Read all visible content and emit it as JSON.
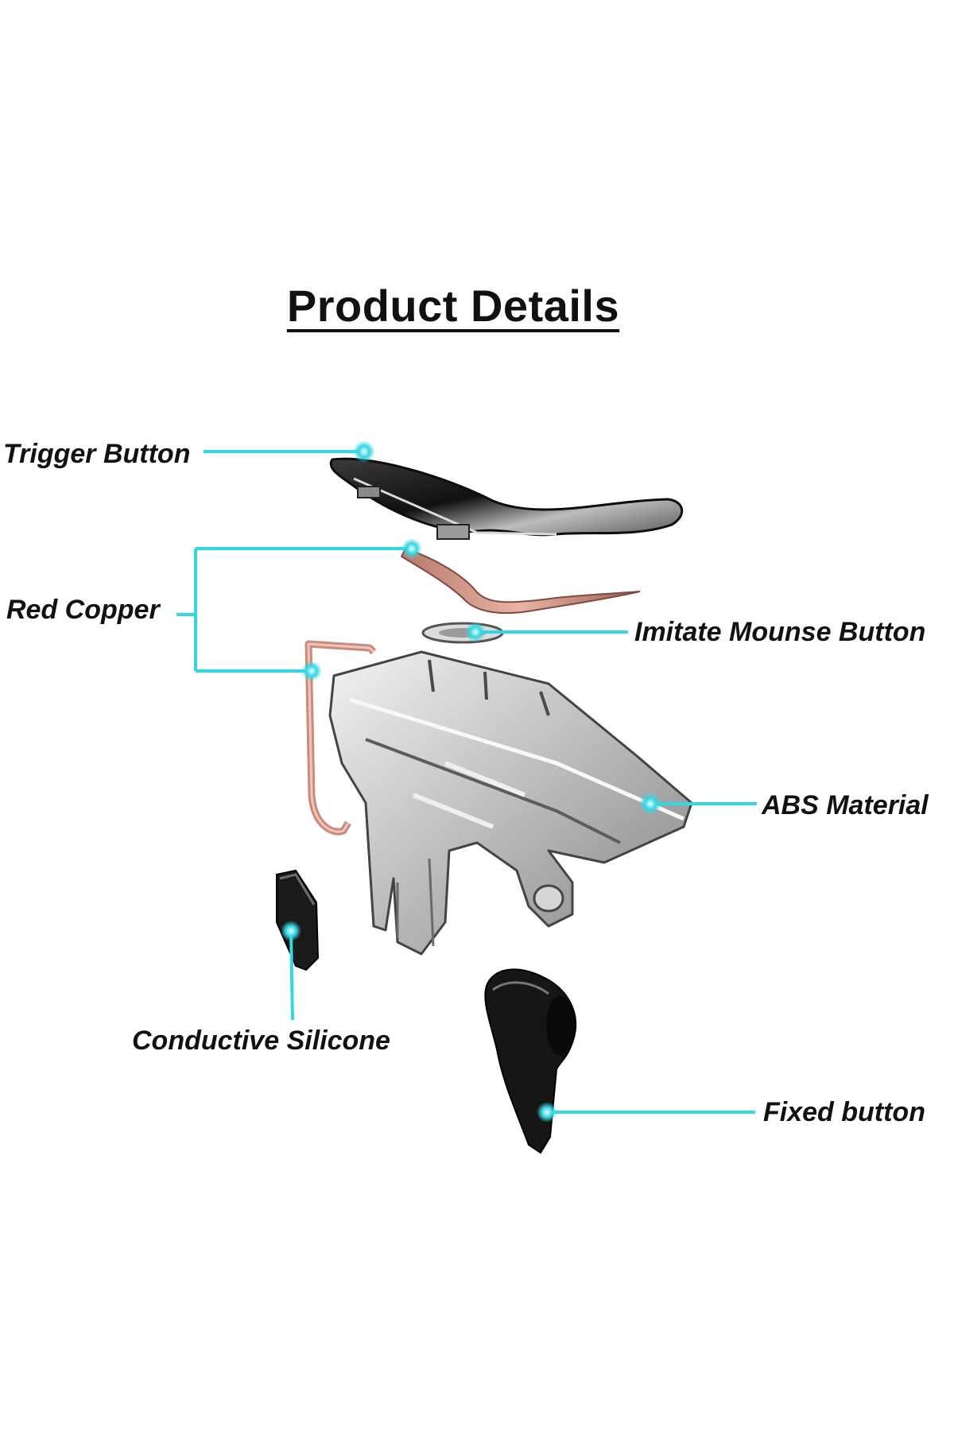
{
  "title": "Product Details",
  "colors": {
    "accent": "#33d6e3",
    "text": "#111111",
    "copper": "#d79a8c",
    "metal_dark": "#1e1e1e",
    "abs_clear": "#c8c8c8"
  },
  "labels": {
    "trigger_button": "Trigger Button",
    "red_copper": "Red Copper",
    "imitate_mouse_button": "Imitate Mounse Button",
    "abs_material": "ABS Material",
    "conductive_silicone": "Conductive Silicone",
    "fixed_button": "Fixed button"
  }
}
